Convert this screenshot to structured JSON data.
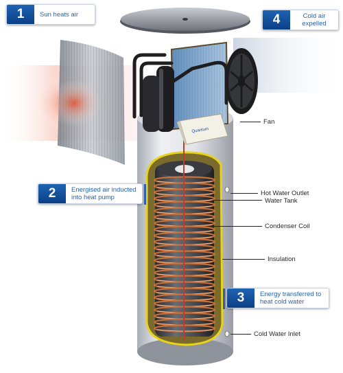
{
  "steps": [
    {
      "number": "1",
      "text": "Sun heats air"
    },
    {
      "number": "2",
      "text": "Energised air inducted into heat pump"
    },
    {
      "number": "3",
      "text": "Energy transferred to heat cold water"
    },
    {
      "number": "4",
      "text": "Cold air expelled"
    }
  ],
  "callouts": {
    "fan": "Fan",
    "hot_water_outlet": "Hot Water Outlet",
    "water_tank": "Water Tank",
    "condenser_coil": "Condenser Coil",
    "insulation": "Insulation",
    "cold_water_inlet": "Cold Water Inlet"
  },
  "brand_logo": "Quantum",
  "colors": {
    "badge_blue": "#0b3f86",
    "step_text": "#2962b3",
    "warm_air": "#e8482a",
    "coil_copper": "#c8703a",
    "insulation_yellow": "#e8d21a",
    "tank_body": "#d9dbe0"
  }
}
